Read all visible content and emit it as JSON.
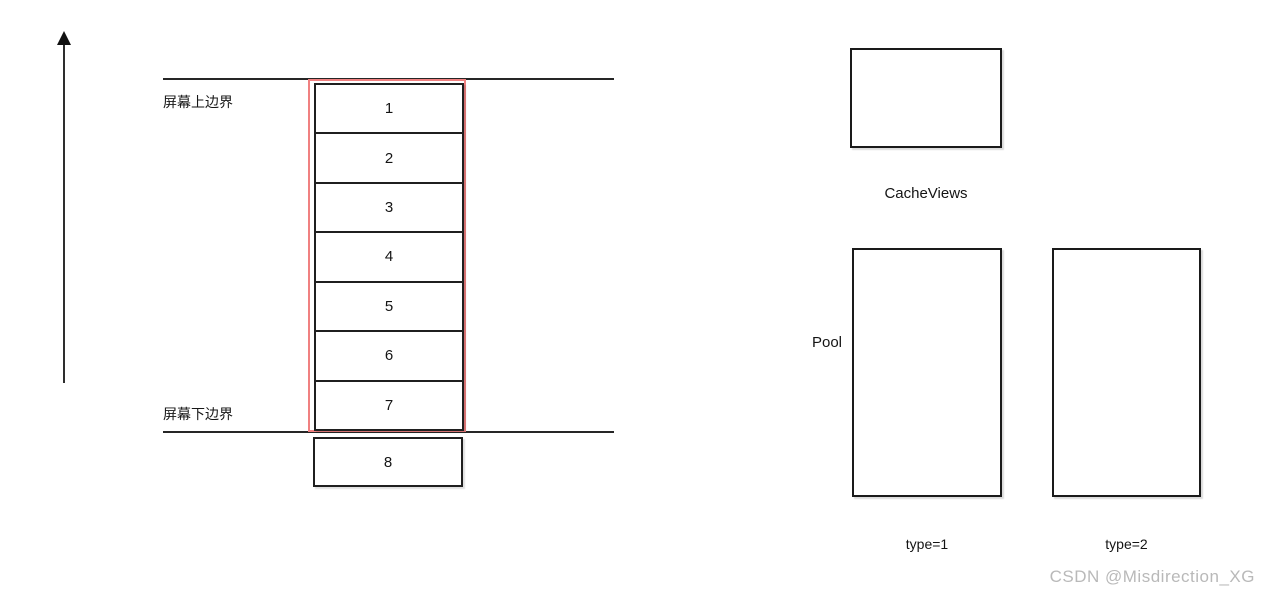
{
  "colors": {
    "background": "#ffffff",
    "line": "#262626",
    "cell_border": "#1f1f1f",
    "viewport_outline_red": "#f08080",
    "watermark_gray": "#b9b9b9"
  },
  "screen": {
    "top_boundary_label": "屏幕上边界",
    "bottom_boundary_label": "屏幕下边界",
    "cells": [
      "1",
      "2",
      "3",
      "4",
      "5",
      "6",
      "7"
    ],
    "offscreen_cell": "8"
  },
  "cache": {
    "label": "CacheViews"
  },
  "pool": {
    "label": "Pool",
    "type1_label": "type=1",
    "type2_label": "type=2"
  },
  "watermark": "CSDN @Misdirection_XG"
}
